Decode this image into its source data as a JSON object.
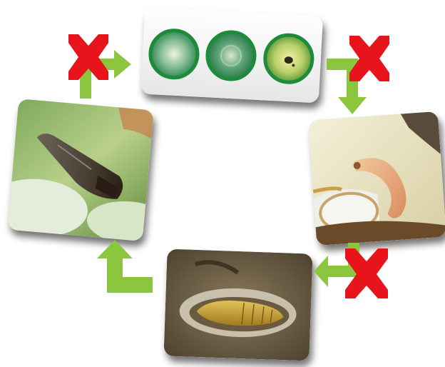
{
  "diagram": {
    "stages": [
      {
        "key": "eggs",
        "icon": "eggs-image"
      },
      {
        "key": "larva",
        "icon": "larva-image"
      },
      {
        "key": "pupa",
        "icon": "pupa-image"
      },
      {
        "key": "adult",
        "icon": "adult-moth-image"
      }
    ],
    "colors": {
      "arrow": "#8cc63f",
      "cross": "#e8141b",
      "egg_rim": "#1e8b3a",
      "background": "#ffffff"
    },
    "blocked_transitions": [
      "adult-to-eggs",
      "eggs-to-larva",
      "larva-to-pupa"
    ]
  }
}
